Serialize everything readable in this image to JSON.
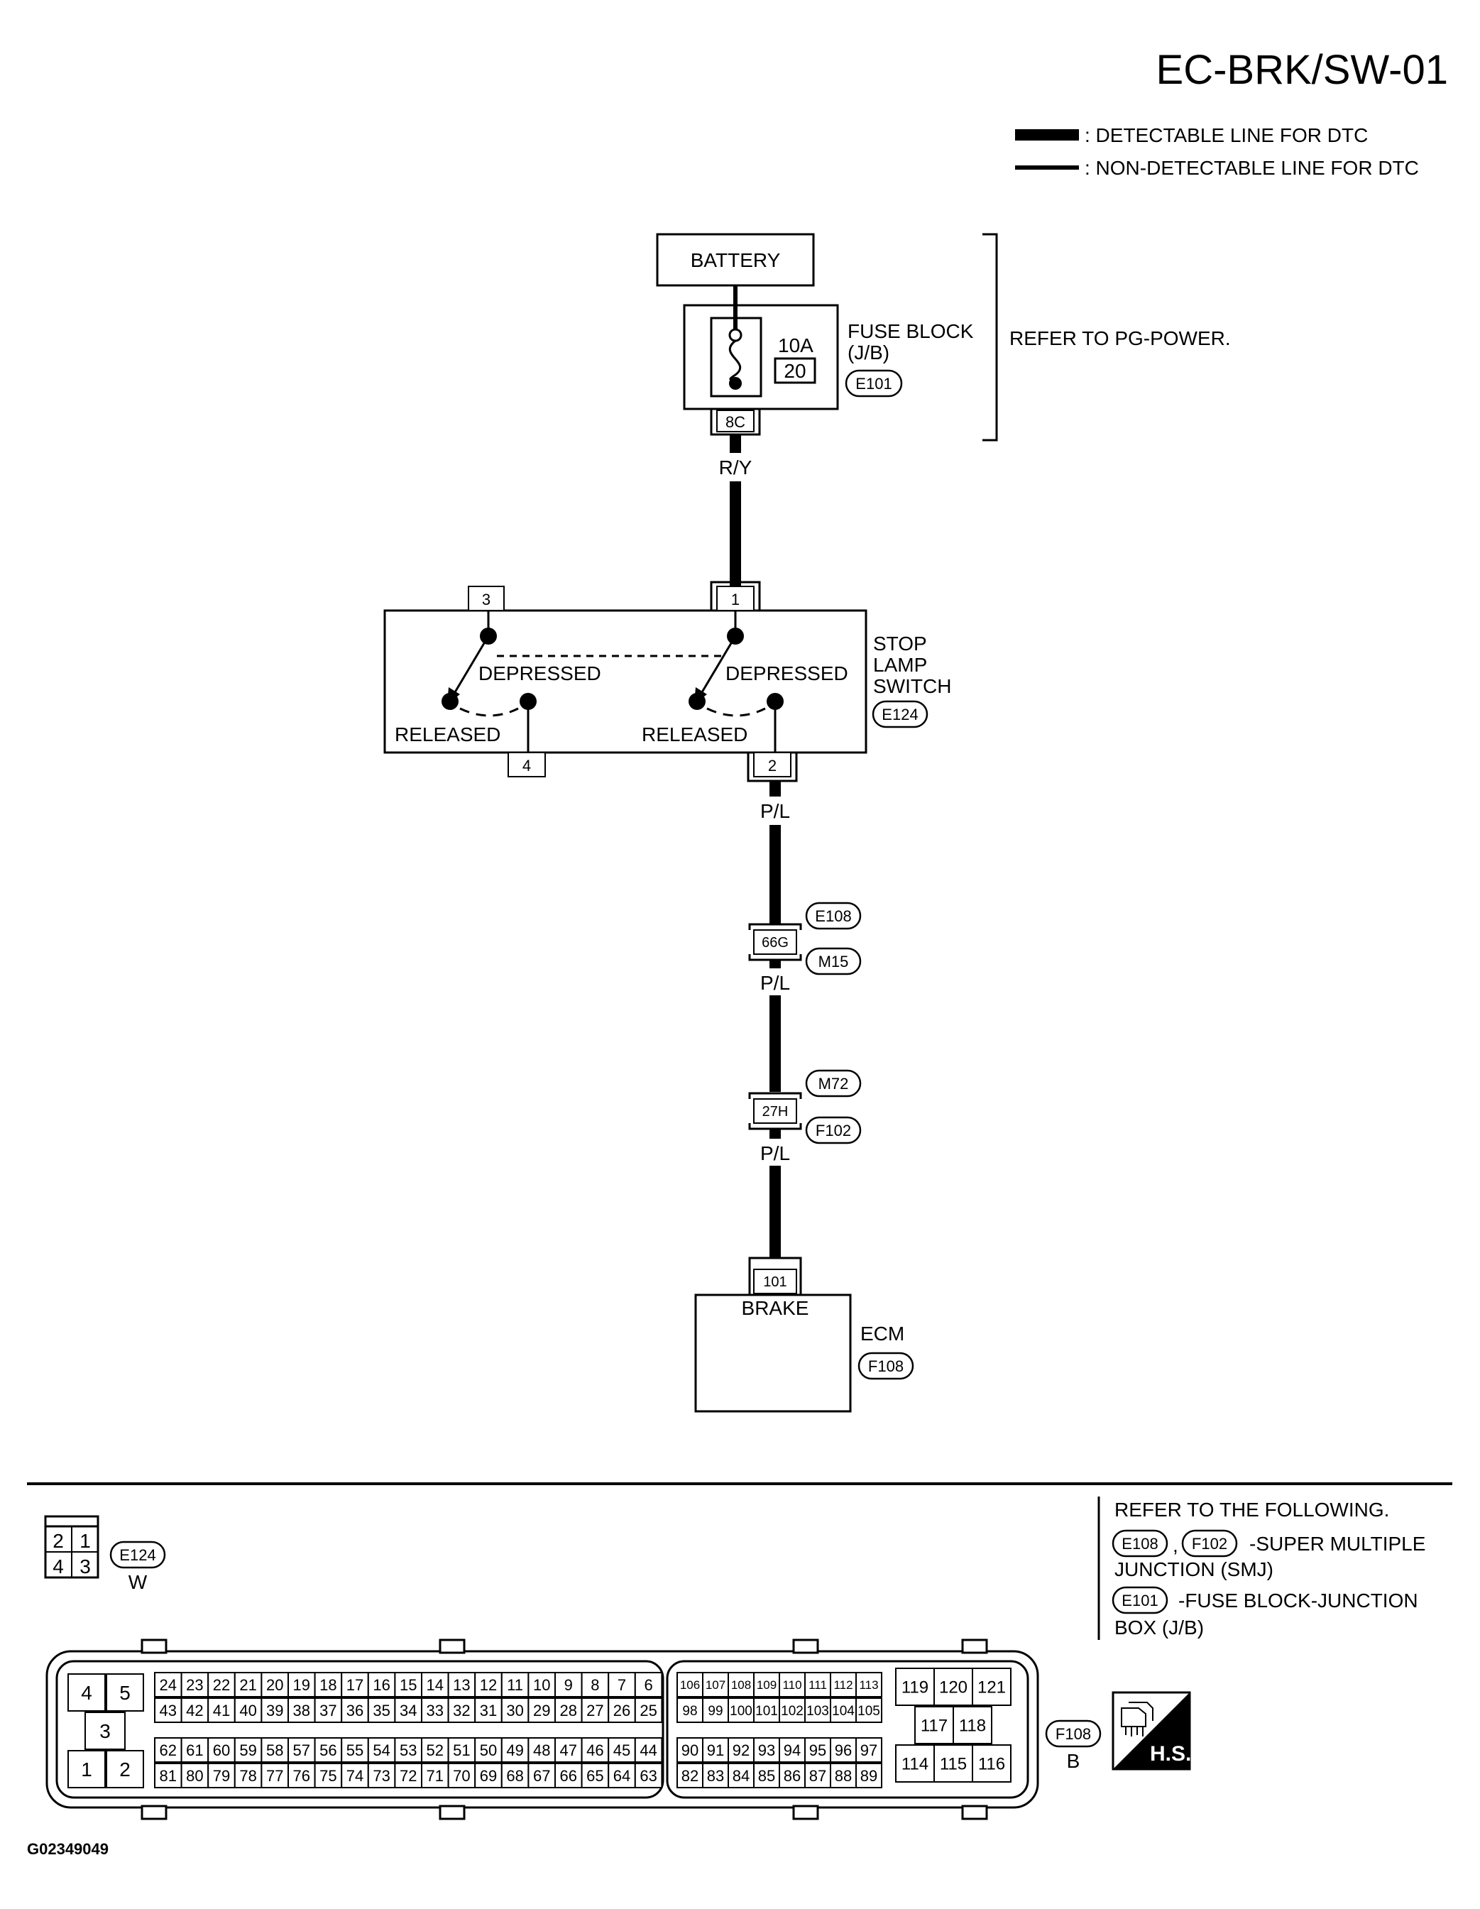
{
  "header": {
    "title": "EC-BRK/SW-01",
    "legend": [
      {
        "label": ": DETECTABLE LINE FOR DTC",
        "style": "thick"
      },
      {
        "label": ": NON-DETECTABLE LINE FOR DTC",
        "style": "thin"
      }
    ]
  },
  "circuit": {
    "battery": "BATTERY",
    "fuse": {
      "amp": "10A",
      "number": "20",
      "name_line1": "FUSE BLOCK",
      "name_line2": "(J/B)",
      "connector": "E101",
      "terminal": "8C"
    },
    "refer_power": "REFER TO PG-POWER.",
    "wire_fuse_switch": "R/Y",
    "switch": {
      "name_line1": "STOP",
      "name_line2": "LAMP",
      "name_line3": "SWITCH",
      "connector": "E124",
      "terminal_top_left": "3",
      "terminal_top_right": "1",
      "terminal_bottom_left": "4",
      "terminal_bottom_right": "2",
      "depressed": "DEPRESSED",
      "released": "RELEASED"
    },
    "wire_switch_junction": "P/L",
    "junction1": {
      "terminal": "66G",
      "connector_top": "E108",
      "connector_bottom": "M15",
      "wire": "P/L"
    },
    "junction2": {
      "terminal": "27H",
      "connector_top": "M72",
      "connector_bottom": "F102",
      "wire": "P/L"
    },
    "ecm": {
      "terminal": "101",
      "label": "BRAKE",
      "name": "ECM",
      "connector": "F108"
    }
  },
  "connectors": {
    "e124": {
      "pins_top": [
        "2",
        "1"
      ],
      "pins_bottom": [
        "4",
        "3"
      ],
      "id": "E124",
      "color": "W"
    },
    "f108": {
      "id": "F108",
      "color": "B",
      "left_pins": [
        "4",
        "5",
        "3",
        "1",
        "2"
      ],
      "row1": [
        "24",
        "23",
        "22",
        "21",
        "20",
        "19",
        "18",
        "17",
        "16",
        "15",
        "14",
        "13",
        "12",
        "11",
        "10",
        "9",
        "8",
        "7",
        "6"
      ],
      "row2": [
        "43",
        "42",
        "41",
        "40",
        "39",
        "38",
        "37",
        "36",
        "35",
        "34",
        "33",
        "32",
        "31",
        "30",
        "29",
        "28",
        "27",
        "26",
        "25"
      ],
      "row3": [
        "62",
        "61",
        "60",
        "59",
        "58",
        "57",
        "56",
        "55",
        "54",
        "53",
        "52",
        "51",
        "50",
        "49",
        "48",
        "47",
        "46",
        "45",
        "44"
      ],
      "row4": [
        "81",
        "80",
        "79",
        "78",
        "77",
        "76",
        "75",
        "74",
        "73",
        "72",
        "71",
        "70",
        "69",
        "68",
        "67",
        "66",
        "65",
        "64",
        "63"
      ],
      "mid_row1": [
        "106",
        "107",
        "108",
        "109",
        "110",
        "111",
        "112",
        "113"
      ],
      "mid_row2": [
        "98",
        "99",
        "100",
        "101",
        "102",
        "103",
        "104",
        "105"
      ],
      "mid_row3": [
        "90",
        "91",
        "92",
        "93",
        "94",
        "95",
        "96",
        "97"
      ],
      "mid_row4": [
        "82",
        "83",
        "84",
        "85",
        "86",
        "87",
        "88",
        "89"
      ],
      "right_top": [
        "119",
        "120",
        "121"
      ],
      "right_mid": [
        "117",
        "118"
      ],
      "right_bottom": [
        "114",
        "115",
        "116"
      ]
    }
  },
  "references": {
    "heading": "REFER TO THE FOLLOWING.",
    "ref1_conn_a": "E108",
    "ref1_sep": ",",
    "ref1_conn_b": "F102",
    "ref1_text_line1": "-SUPER MULTIPLE",
    "ref1_text_line2": "JUNCTION (SMJ)",
    "ref2_conn": "E101",
    "ref2_text_line1": "-FUSE BLOCK-JUNCTION",
    "ref2_text_line2": "BOX (J/B)"
  },
  "hs_badge": "H.S.",
  "footer_id": "G02349049"
}
